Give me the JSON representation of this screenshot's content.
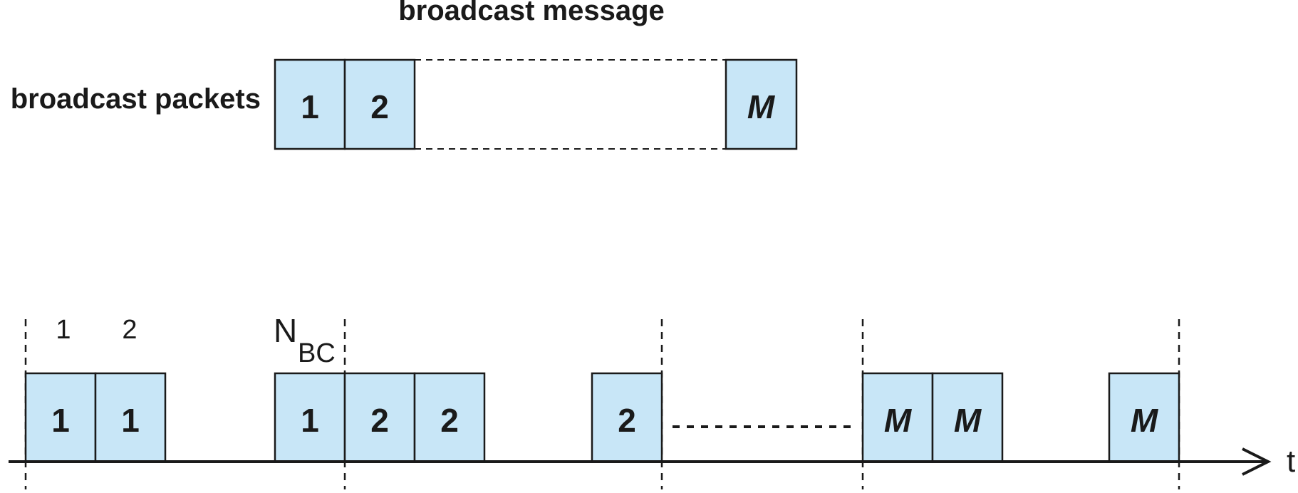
{
  "labels": {
    "message_title": "broadcast message",
    "packets_label": "broadcast packets",
    "time_axis": "t",
    "nbc_main": "N",
    "nbc_sub": "BC"
  },
  "top_packets": [
    {
      "label": "1",
      "italic": false
    },
    {
      "label": "2",
      "italic": false
    },
    {
      "label": "M",
      "italic": true
    }
  ],
  "slot_numbers": [
    "1",
    "2"
  ],
  "timeline_packets": [
    {
      "label": "1",
      "italic": false
    },
    {
      "label": "1",
      "italic": false
    },
    {
      "label": "1",
      "italic": false
    },
    {
      "label": "2",
      "italic": false
    },
    {
      "label": "2",
      "italic": false
    },
    {
      "label": "2",
      "italic": false
    },
    {
      "label": "M",
      "italic": true
    },
    {
      "label": "M",
      "italic": true
    },
    {
      "label": "M",
      "italic": true
    }
  ],
  "colors": {
    "packet_fill": "#c8e6f7",
    "stroke": "#1a1a1a"
  }
}
